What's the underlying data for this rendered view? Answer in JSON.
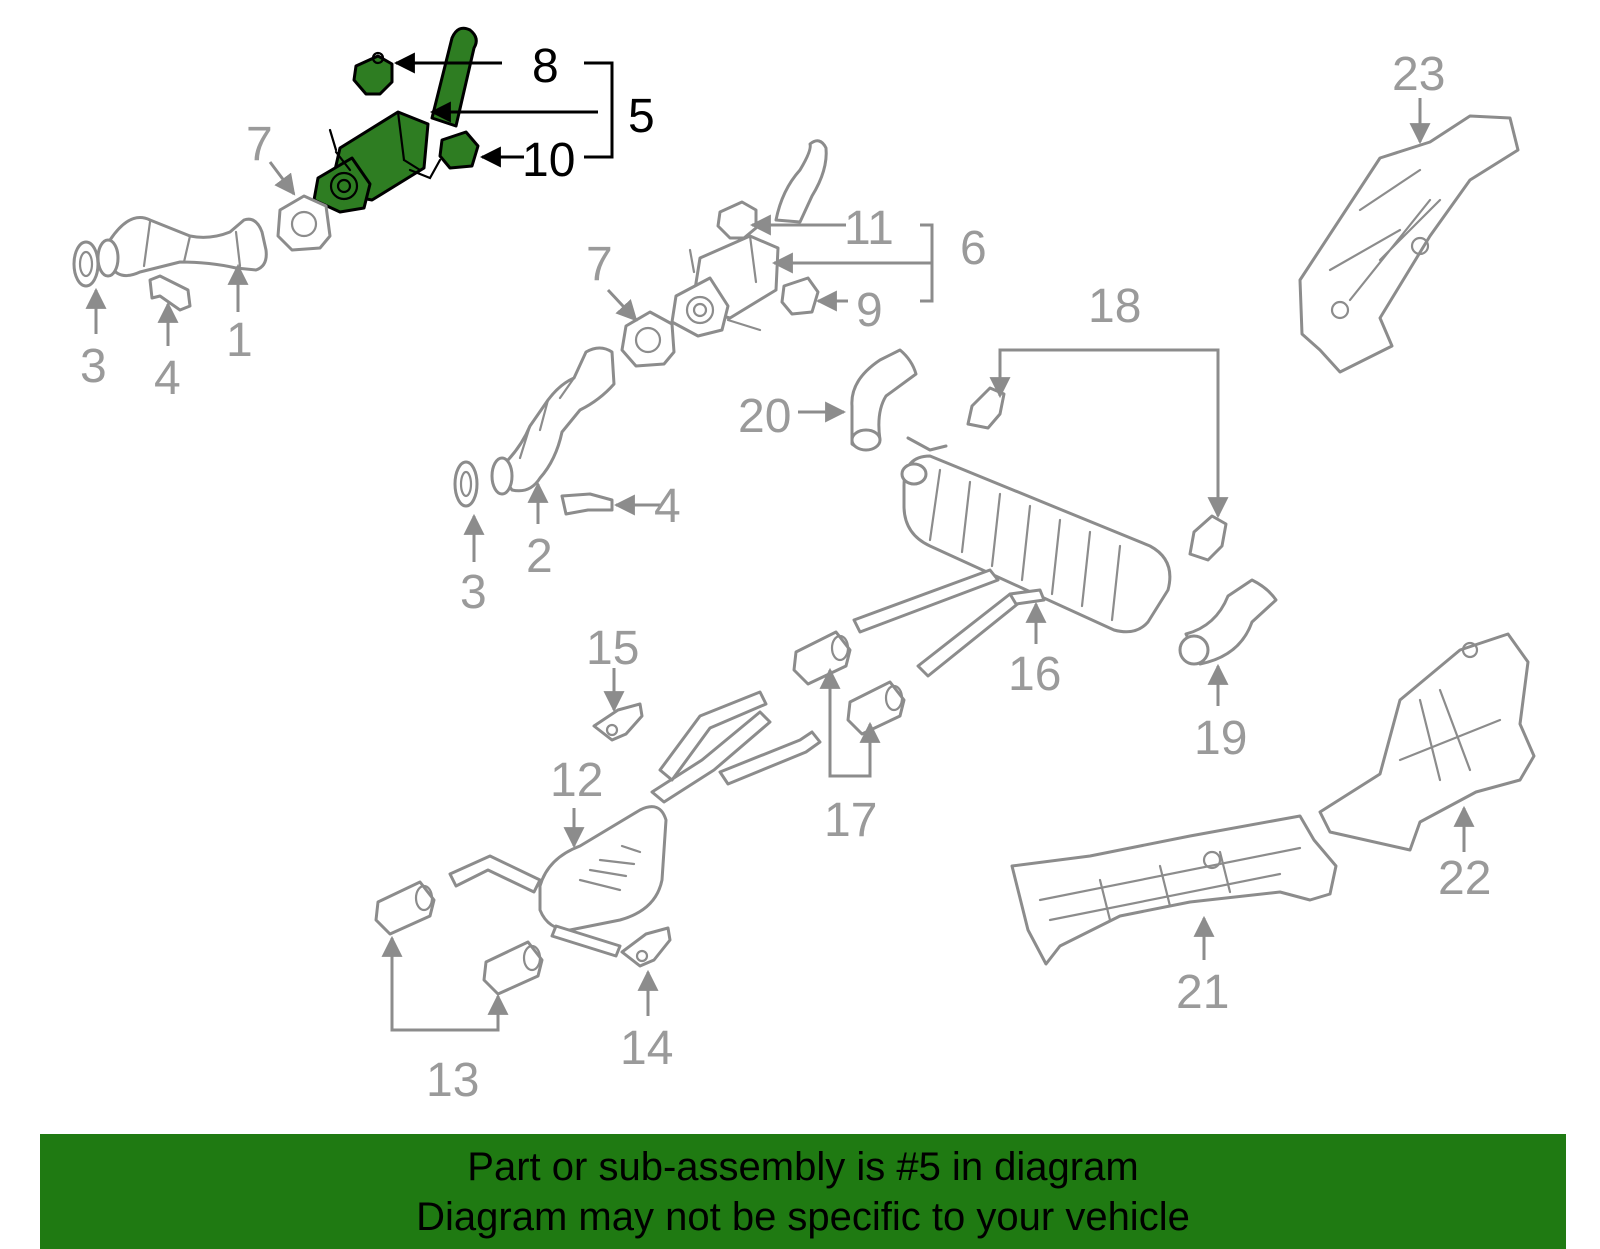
{
  "highlight_color": "#2e7d22",
  "banner_color": "#1f7a12",
  "highlighted_part": "5",
  "callouts": {
    "c1": "1",
    "c2": "2",
    "c3a": "3",
    "c3b": "3",
    "c4a": "4",
    "c4b": "4",
    "c5": "5",
    "c6": "6",
    "c7a": "7",
    "c7b": "7",
    "c8": "8",
    "c9": "9",
    "c10": "10",
    "c11": "11",
    "c12": "12",
    "c13": "13",
    "c14": "14",
    "c15": "15",
    "c16": "16",
    "c17": "17",
    "c18": "18",
    "c19": "19",
    "c20": "20",
    "c21": "21",
    "c22": "22",
    "c23": "23"
  },
  "banner": {
    "line1": "Part or sub-assembly is #5 in diagram",
    "line2": "Diagram may not be specific to your vehicle"
  }
}
